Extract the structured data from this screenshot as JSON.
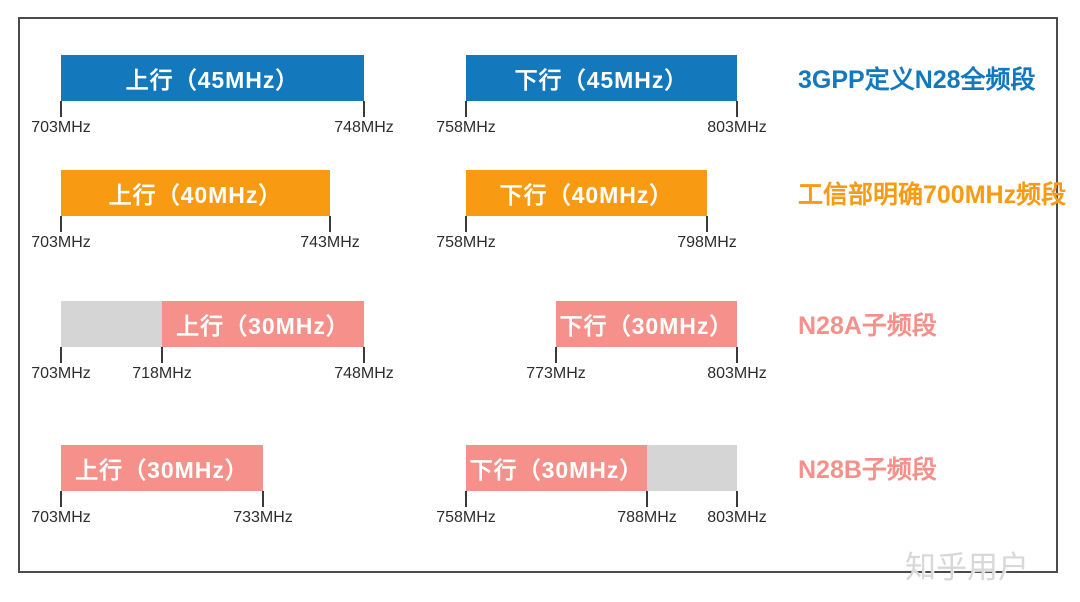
{
  "frame": {
    "background": "#ffffff",
    "border_color": "#4b4b4b"
  },
  "palette": {
    "blue": "#1478BD",
    "orange": "#F89B12",
    "pink": "#F6908A",
    "gray": "#D5D5D5",
    "tick_text": "#2D2D2D",
    "bar_label_text": "#FFFFFF"
  },
  "watermark": {
    "text": "知乎用户",
    "color": "#D8D8D8"
  },
  "chart_data": {
    "type": "band-allocation-diagram",
    "unit": "MHz",
    "uplink_full_range": [
      703,
      748
    ],
    "downlink_full_range": [
      758,
      803
    ],
    "rows": [
      {
        "caption": "3GPP定义N28全频段",
        "caption_color_key": "blue",
        "groups": [
          {
            "side": "left",
            "direction": "uplink",
            "segments": [
              {
                "from": 703,
                "to": 748,
                "color_key": "blue",
                "label": "上行（45MHz）"
              }
            ],
            "ticks": [
              {
                "mhz": 703,
                "label": "703MHz"
              },
              {
                "mhz": 748,
                "label": "748MHz"
              }
            ]
          },
          {
            "side": "right",
            "direction": "downlink",
            "segments": [
              {
                "from": 758,
                "to": 803,
                "color_key": "blue",
                "label": "下行（45MHz）"
              }
            ],
            "ticks": [
              {
                "mhz": 758,
                "label": "758MHz"
              },
              {
                "mhz": 803,
                "label": "803MHz"
              }
            ]
          }
        ]
      },
      {
        "caption": "工信部明确700MHz频段",
        "caption_color_key": "orange",
        "groups": [
          {
            "side": "left",
            "direction": "uplink",
            "segments": [
              {
                "from": 703,
                "to": 743,
                "color_key": "orange",
                "label": "上行（40MHz）"
              }
            ],
            "ticks": [
              {
                "mhz": 703,
                "label": "703MHz"
              },
              {
                "mhz": 743,
                "label": "743MHz"
              }
            ]
          },
          {
            "side": "right",
            "direction": "downlink",
            "segments": [
              {
                "from": 758,
                "to": 798,
                "color_key": "orange",
                "label": "下行（40MHz）"
              }
            ],
            "ticks": [
              {
                "mhz": 758,
                "label": "758MHz"
              },
              {
                "mhz": 798,
                "label": "798MHz"
              }
            ]
          }
        ]
      },
      {
        "caption": "N28A子频段",
        "caption_color_key": "pink",
        "groups": [
          {
            "side": "left",
            "direction": "uplink",
            "segments": [
              {
                "from": 703,
                "to": 718,
                "color_key": "gray",
                "label": ""
              },
              {
                "from": 718,
                "to": 748,
                "color_key": "pink",
                "label": "上行（30MHz）"
              }
            ],
            "ticks": [
              {
                "mhz": 703,
                "label": "703MHz"
              },
              {
                "mhz": 718,
                "label": "718MHz"
              },
              {
                "mhz": 748,
                "label": "748MHz"
              }
            ]
          },
          {
            "side": "right",
            "direction": "downlink",
            "segments": [
              {
                "from": 773,
                "to": 803,
                "color_key": "pink",
                "label": "下行（30MHz）"
              }
            ],
            "ticks": [
              {
                "mhz": 773,
                "label": "773MHz"
              },
              {
                "mhz": 803,
                "label": "803MHz"
              }
            ]
          }
        ]
      },
      {
        "caption": "N28B子频段",
        "caption_color_key": "pink",
        "groups": [
          {
            "side": "left",
            "direction": "uplink",
            "segments": [
              {
                "from": 703,
                "to": 733,
                "color_key": "pink",
                "label": "上行（30MHz）"
              }
            ],
            "ticks": [
              {
                "mhz": 703,
                "label": "703MHz"
              },
              {
                "mhz": 733,
                "label": "733MHz"
              }
            ]
          },
          {
            "side": "right",
            "direction": "downlink",
            "segments": [
              {
                "from": 758,
                "to": 788,
                "color_key": "pink",
                "label": "下行（30MHz）"
              },
              {
                "from": 788,
                "to": 803,
                "color_key": "gray",
                "label": ""
              }
            ],
            "ticks": [
              {
                "mhz": 758,
                "label": "758MHz"
              },
              {
                "mhz": 788,
                "label": "788MHz"
              },
              {
                "mhz": 803,
                "label": "803MHz"
              }
            ]
          }
        ]
      }
    ]
  }
}
